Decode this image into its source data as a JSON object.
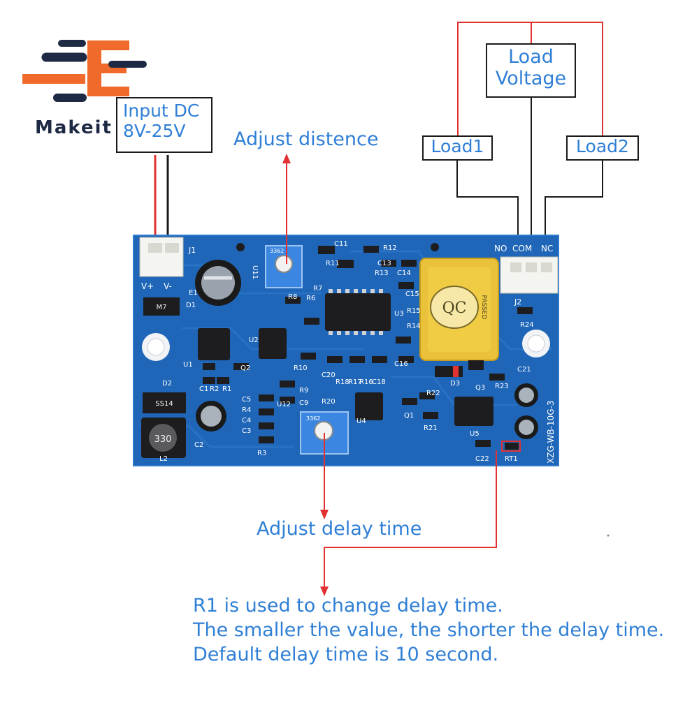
{
  "brand": {
    "name": "Makeit",
    "colors": {
      "orange": "#f06a2b",
      "navy": "#1e2a44"
    }
  },
  "labels": {
    "input_dc_line1": "Input DC",
    "input_dc_line2": "8V-25V",
    "adjust_distance": "Adjust distence",
    "load_voltage_line1": "Load",
    "load_voltage_line2": "Voltage",
    "load1": "Load1",
    "load2": "Load2",
    "adjust_delay": "Adjust delay time"
  },
  "note": {
    "line1": "R1 is used to change delay time.",
    "line2": "The smaller the value, the shorter the delay time.",
    "line3": "Default delay time is 10 second."
  },
  "board": {
    "color": "#1f66b8",
    "model": "XZG-WB-10G-3",
    "terminals": {
      "j1": "J1",
      "vplus": "V+",
      "vminus": "V-",
      "j2": "J2",
      "no": "NO",
      "com": "COM",
      "nc": "NC"
    },
    "relay_text": "QC",
    "relay_sub": "PASSED",
    "inductor": "330",
    "diode": "SS14",
    "d1_code": "M7",
    "pot1": "U11",
    "pot2": "U12",
    "parts": [
      "D1",
      "U1",
      "D2",
      "L2",
      "C1",
      "R2",
      "R1",
      "C2",
      "E1",
      "U2",
      "C5",
      "R4",
      "C4",
      "C3",
      "R3",
      "R7",
      "R6",
      "R8",
      "C9",
      "R9",
      "R10",
      "R20",
      "C20",
      "R18",
      "R17",
      "R16",
      "C18",
      "C16",
      "U3",
      "U4",
      "C11",
      "R11",
      "R12",
      "R13",
      "C13",
      "C14",
      "C15",
      "R14",
      "R15",
      "Q1",
      "R22",
      "R21",
      "U5",
      "C22",
      "RT1",
      "D3",
      "Q3",
      "R23",
      "C21",
      "R24",
      "Q2"
    ],
    "pot_code": "3362"
  },
  "wire_colors": {
    "red": "#e23131",
    "black": "#1a1a1a",
    "label_blue": "#2f7fd6"
  }
}
